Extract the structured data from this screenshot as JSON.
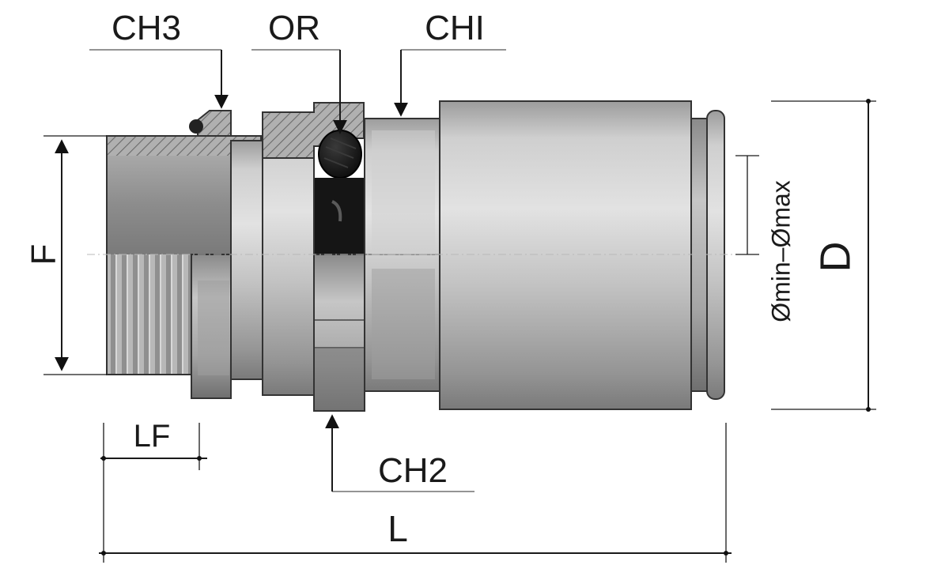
{
  "labels": {
    "ch3": "CH3",
    "or": "OR",
    "chi": "CHI",
    "ch2": "CH2",
    "f": "F",
    "lf": "LF",
    "l": "L",
    "d": "D",
    "diameter_range": "Ømin–Ømax"
  },
  "colors": {
    "metal_light": "#c4c4c4",
    "metal_mid": "#9a9a9a",
    "metal_dark": "#6e6e6e",
    "oring": "#141414",
    "hatch": "#808080",
    "line": "#1a1a1a"
  }
}
